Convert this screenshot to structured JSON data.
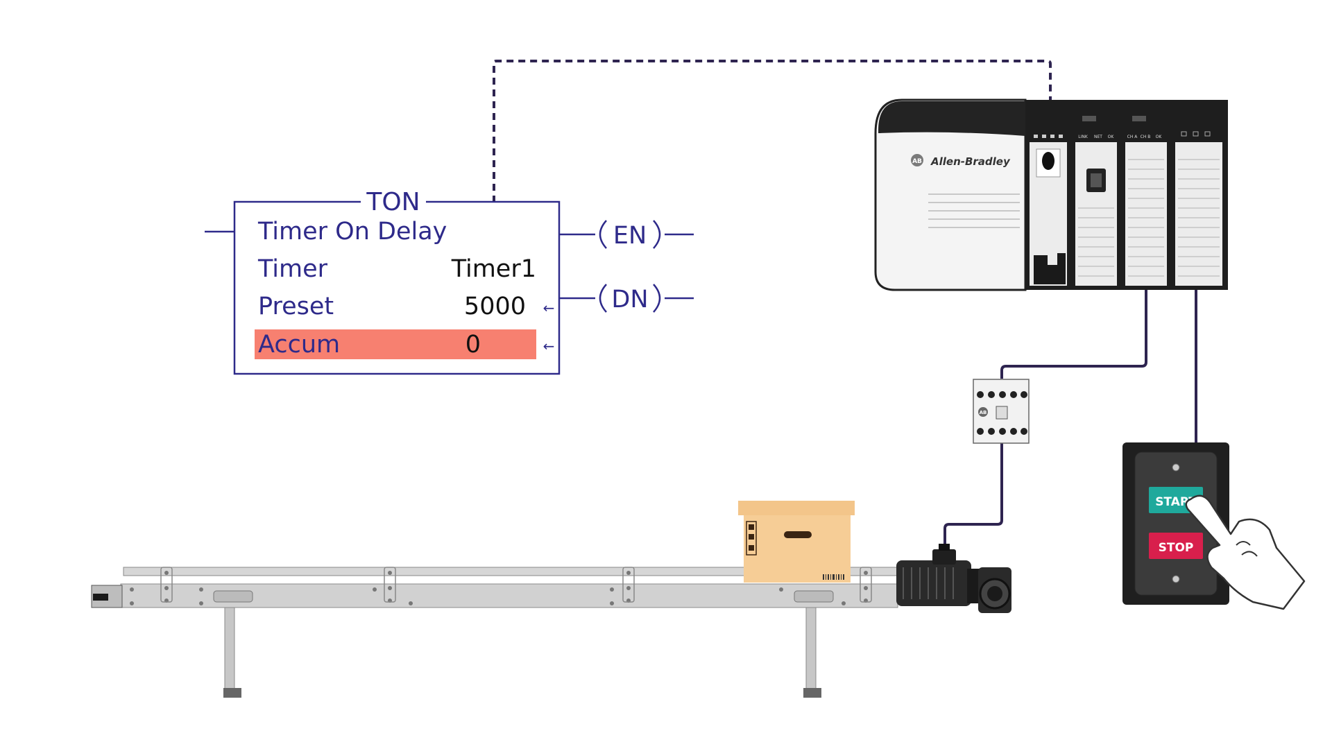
{
  "colors": {
    "ladder": "#2e2a8a",
    "accum_fill": "#f78070",
    "wire": "#2e2450",
    "start_button": "#1fa99c",
    "stop_button": "#d81f4c",
    "box": "#f6cd96",
    "conveyor": "#c9c9c9"
  },
  "ton": {
    "title": "TON",
    "name": "Timer On Delay",
    "timer_label": "Timer",
    "timer_value": "Timer1",
    "preset_label": "Preset",
    "preset_value": "5000",
    "accum_label": "Accum",
    "accum_value": "0",
    "arrow": "←",
    "en_coil": "EN",
    "dn_coil": "DN"
  },
  "plc": {
    "brand": "Allen-Bradley",
    "badge": "AB",
    "module_labels": [
      "LINK",
      "NET",
      "OK",
      "CH A",
      "CH B",
      "OK"
    ]
  },
  "contactor": {
    "badge": "AB"
  },
  "control_station": {
    "start_label": "START",
    "stop_label": "STOP"
  },
  "icons": [
    "hand-pointer-icon",
    "fragile-icon",
    "barcode-icon"
  ]
}
